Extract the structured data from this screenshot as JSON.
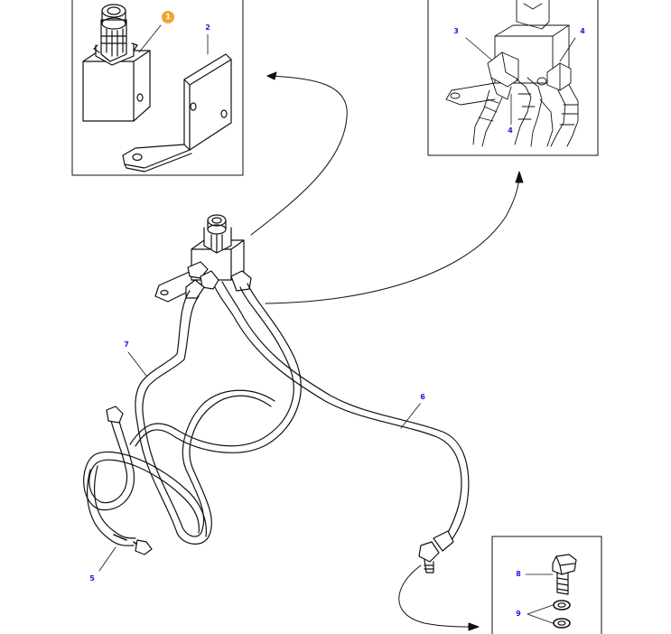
{
  "callouts": [
    {
      "id": "1",
      "label": "1",
      "active": true
    },
    {
      "id": "2",
      "label": "2"
    },
    {
      "id": "3",
      "label": "3"
    },
    {
      "id": "4a",
      "label": "4"
    },
    {
      "id": "4b",
      "label": "4"
    },
    {
      "id": "5",
      "label": "5"
    },
    {
      "id": "6",
      "label": "6"
    },
    {
      "id": "7",
      "label": "7"
    },
    {
      "id": "8",
      "label": "8"
    },
    {
      "id": "9",
      "label": "9"
    }
  ],
  "colors": {
    "line": "#111111",
    "callout_text": "#1a1ad8",
    "callout_active_bg": "#f0a630"
  }
}
